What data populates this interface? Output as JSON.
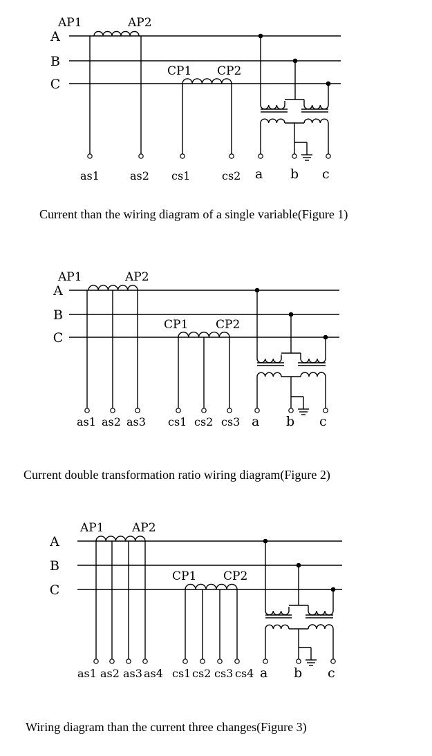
{
  "diagrams": [
    {
      "phases": [
        "A",
        "B",
        "C"
      ],
      "a_ct_labels": [
        "AP1",
        "AP2"
      ],
      "c_ct_labels": [
        "CP1",
        "CP2"
      ],
      "a_terminals": [
        "as1",
        "as2"
      ],
      "c_terminals": [
        "cs1",
        "cs2"
      ],
      "vt_terminals": [
        "a",
        "b",
        "c"
      ],
      "caption": "Current than the wiring diagram of a single variable(Figure 1)"
    },
    {
      "phases": [
        "A",
        "B",
        "C"
      ],
      "a_ct_labels": [
        "AP1",
        "AP2"
      ],
      "c_ct_labels": [
        "CP1",
        "CP2"
      ],
      "a_terminals": [
        "as1",
        "as2",
        "as3"
      ],
      "c_terminals": [
        "cs1",
        "cs2",
        "cs3"
      ],
      "vt_terminals": [
        "a",
        "b",
        "c"
      ],
      "caption": "Current double transformation ratio wiring diagram(Figure 2)"
    },
    {
      "phases": [
        "A",
        "B",
        "C"
      ],
      "a_ct_labels": [
        "AP1",
        "AP2"
      ],
      "c_ct_labels": [
        "CP1",
        "CP2"
      ],
      "a_terminals": [
        "as1",
        "as2",
        "as3",
        "as4"
      ],
      "c_terminals": [
        "cs1",
        "cs2",
        "cs3",
        "cs4"
      ],
      "vt_terminals": [
        "a",
        "b",
        "c"
      ],
      "caption": "Wiring diagram than the current three changes(Figure 3)"
    }
  ]
}
